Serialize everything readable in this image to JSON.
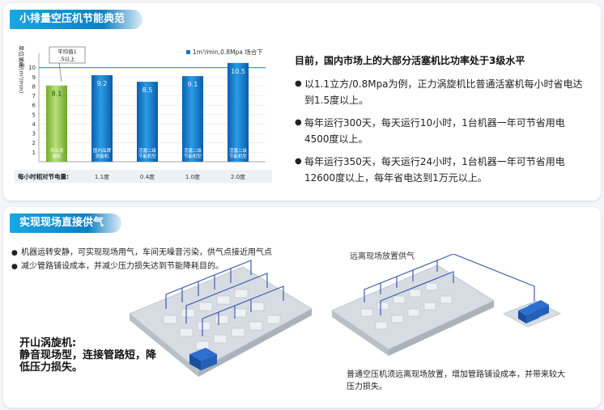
{
  "section1": {
    "title": "小排量空压机节能典范"
  },
  "section2": {
    "title": "实现现场直接供气"
  },
  "chart_data": {
    "type": "bar",
    "legend": "1m³/min,0.8Mpa 场合下",
    "ylabel": "Kw/(m³/min)",
    "ylabel_cn": "单位功率",
    "ylim": [
      0,
      11
    ],
    "yticks": [
      1,
      2,
      3,
      4,
      5,
      6,
      7,
      8,
      9,
      10
    ],
    "reference_line": 10,
    "callout": "平均值1.5以上",
    "row_label": "每小时相对节电量:",
    "categories": [
      "开山涡旋机",
      "国内品牌涡旋机",
      "活塞二级节能机型",
      "活塞二级节能机型",
      "活塞二级节能机型"
    ],
    "values": [
      8.1,
      9.2,
      8.5,
      9.1,
      10.5
    ],
    "savings": [
      "",
      "1.1度",
      "0.4度",
      "1.0度",
      "2.0度"
    ],
    "highlight_color": "#9bcc55",
    "bar_color": "#1577c8"
  },
  "summary": {
    "headline": "目前，国内市场上的大部分活塞机比功率处于3级水平",
    "bullets": [
      "以1.1立方/0.8Mpa为例，正力涡旋机比普通活塞机每小时省电达到1.5度以上。",
      "每年运行300天，每天运行10小时，1台机器一年可节省用电4500度以上。",
      "每年运行350天，每天运行24小时，1台机器一年可节省用电12600度以上，每年省电达到1万元以上。"
    ]
  },
  "onsite": {
    "bullets": [
      "机器运转安静，可实现现场用气，车间无噪音污染，供气点接近用气点",
      "减少管路铺设成本，并减少压力损失达到节能降耗目的。"
    ],
    "far_label": "远离现场放置供气",
    "product_title": "开山涡旋机:",
    "product_desc": "静音现场型，连接管路短，降低压力损失。",
    "far_desc": "普通空压机须远离现场放置，增加管路铺设成本，并带来较大压力损失。"
  }
}
